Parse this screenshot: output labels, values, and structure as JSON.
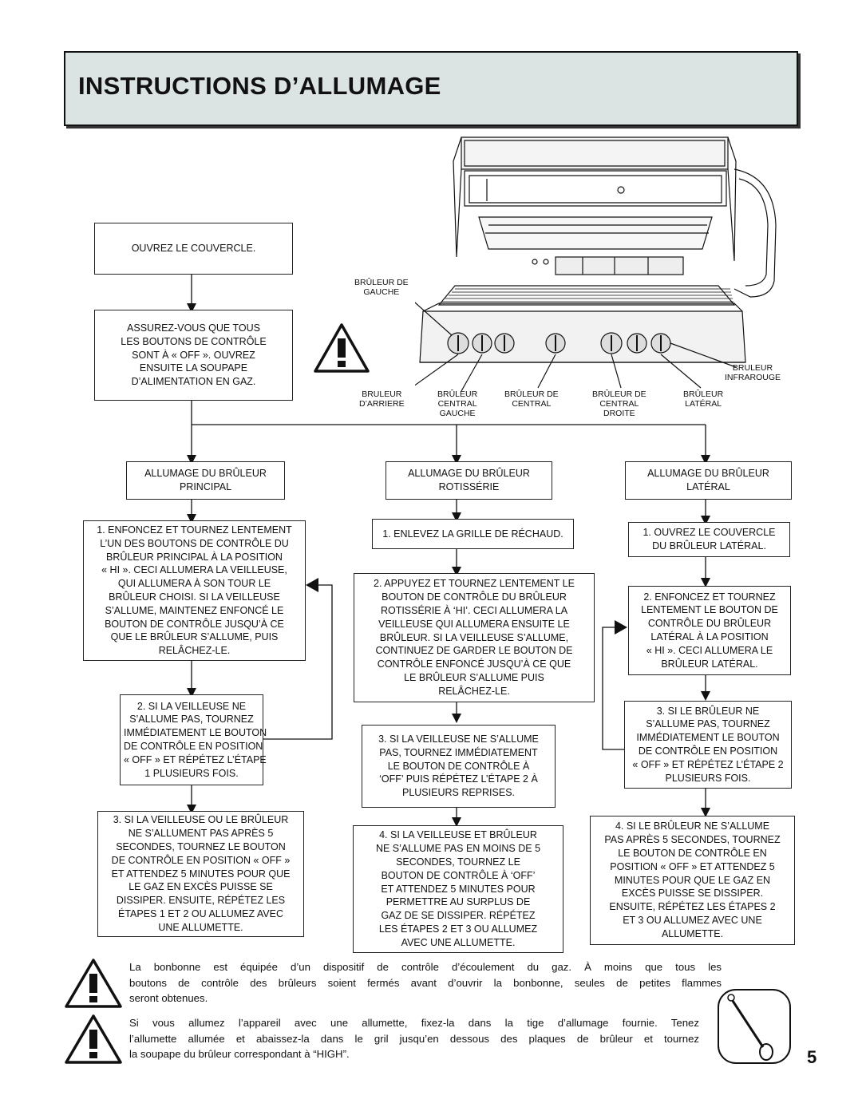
{
  "header": {
    "title": "INSTRUCTIONS D’ALLUMAGE"
  },
  "left": {
    "open_lid": [
      "OUVREZ LE COUVERCLE."
    ],
    "ensure": [
      "ASSUREZ-VOUS QUE TOUS",
      "LES BOUTONS DE CONTRÔLE",
      "SONT À « OFF ». OUVREZ",
      "ENSUITE LA SOUPAPE",
      "D’ALIMENTATION EN GAZ."
    ],
    "ignite": [
      "ALLUMAGE DU BRÛLEUR",
      "PRINCIPAL"
    ],
    "step1": [
      "1. ENFONCEZ ET TOURNEZ LENTEMENT",
      "L’UN DES BOUTONS DE CONTRÔLE DU",
      "BRÛLEUR PRINCIPAL À LA POSITION",
      "« HI ». CECI ALLUMERA LA VEILLEUSE,",
      "QUI ALLUMERA À SON TOUR LE",
      "BRÛLEUR CHOISI. SI LA VEILLEUSE",
      "S’ALLUME, MAINTENEZ ENFONCÉ LE",
      "BOUTON DE CONTRÔLE JUSQU’À CE",
      "QUE LE BRÛLEUR S’ALLUME, PUIS",
      "RELÂCHEZ-LE."
    ],
    "step2": [
      "2. SI LA VEILLEUSE NE",
      "S’ALLUME PAS, TOURNEZ",
      "IMMÉDIATEMENT LE BOUTON",
      "DE CONTRÔLE EN POSITION",
      "« OFF » ET RÉPÉTEZ L’ÉTAPE",
      "1 PLUSIEURS FOIS."
    ],
    "step3": [
      "3. SI LA VEILLEUSE OU LE BRÛLEUR",
      "NE S’ALLUMENT PAS APRÈS 5",
      "SECONDES, TOURNEZ LE BOUTON",
      "DE CONTRÔLE EN POSITION « OFF »",
      "ET ATTENDEZ 5 MINUTES POUR QUE",
      "LE GAZ EN EXCÈS PUISSE SE",
      "DISSIPER. ENSUITE, RÉPÉTEZ LES",
      "ÉTAPES 1 ET 2 OU ALLUMEZ AVEC",
      "UNE ALLUMETTE."
    ]
  },
  "middle": {
    "ignite": [
      "ALLUMAGE DU BRÛLEUR",
      "ROTISSÉRIE"
    ],
    "step1": [
      "1. ENLEVEZ LA GRILLE DE RÉCHAUD."
    ],
    "step2": [
      "2. APPUYEZ ET TOURNEZ LENTEMENT LE",
      "BOUTON DE CONTRÔLE DU BRÛLEUR",
      "ROTISSÉRIE À ‘HI’. CECI ALLUMERA LA",
      "VEILLEUSE QUI ALLUMERA ENSUITE LE",
      "BRÛLEUR. SI LA VEILLEUSE S’ALLUME,",
      "CONTINUEZ DE GARDER LE BOUTON DE",
      "CONTRÔLE ENFONCÉ JUSQU’À CE QUE",
      "LE BRÛLEUR S’ALLUME PUIS",
      "RELÂCHEZ-LE."
    ],
    "step3": [
      "3. SI LA VEILLEUSE NE S’ALLUME",
      "PAS, TOURNEZ IMMÉDIATEMENT",
      "LE BOUTON DE CONTRÔLE À",
      "‘OFF’ PUIS RÉPÉTEZ L’ÉTAPE 2 À",
      "PLUSIEURS REPRISES."
    ],
    "step4": [
      "4. SI LA VEILLEUSE ET BRÛLEUR",
      "NE S’ALLUME PAS EN MOINS DE 5",
      "SECONDES, TOURNEZ LE",
      "BOUTON DE CONTRÔLE À ‘OFF’",
      "ET ATTENDEZ 5 MINUTES POUR",
      "PERMETTRE AU SURPLUS DE",
      "GAZ DE SE DISSIPER. RÉPÉTEZ",
      "LES ÉTAPES 2 ET 3 OU ALLUMEZ",
      "AVEC UNE ALLUMETTE."
    ]
  },
  "right": {
    "ignite": [
      "ALLUMAGE DU BRÛLEUR",
      "LATÉRAL"
    ],
    "step1": [
      "1. OUVREZ LE COUVERCLE",
      "DU BRÛLEUR LATÉRAL."
    ],
    "step2": [
      "2. ENFONCEZ ET TOURNEZ",
      "LENTEMENT LE BOUTON DE",
      "CONTRÔLE DU BRÛLEUR",
      "LATÉRAL À LA POSITION",
      "« HI ». CECI ALLUMERA LE",
      "BRÛLEUR LATÉRAL."
    ],
    "step3": [
      "3. SI LE BRÛLEUR NE",
      "S’ALLUME PAS, TOURNEZ",
      "IMMÉDIATEMENT LE BOUTON",
      "DE CONTRÔLE EN POSITION",
      "« OFF » ET RÉPÉTEZ L’ÉTAPE 2",
      "PLUSIEURS FOIS."
    ],
    "step4": [
      "4. SI LE BRÛLEUR NE S’ALLUME",
      "PAS APRÈS 5 SECONDES, TOURNEZ",
      "LE BOUTON DE CONTRÔLE EN",
      "POSITION « OFF » ET ATTENDEZ 5",
      "MINUTES POUR QUE LE GAZ EN",
      "EXCÈS PUISSE SE DISSIPER.",
      "ENSUITE, RÉPÉTEZ LES ÉTAPES 2",
      "ET 3 OU ALLUMEZ AVEC UNE",
      "ALLUMETTE."
    ]
  },
  "grill_labels": {
    "left_burner": [
      "BRÛLEUR DE",
      "GAUCHE"
    ],
    "infrared": [
      "BRULEUR",
      "INFRAROUGE"
    ],
    "rear": [
      "BRULEUR",
      "D’ARRIERE"
    ],
    "central_left": [
      "BRÛLEUR",
      "CENTRAL",
      "GAUCHE"
    ],
    "central": [
      "BRÛLEUR DE",
      "CENTRAL"
    ],
    "central_right": [
      "BRÛLEUR DE",
      "CENTRAL",
      "DROITE"
    ],
    "lateral": [
      "BRÛLEUR",
      "LATÉRAL"
    ]
  },
  "notes": {
    "note1": [
      "La bonbonne est équipée d’un dispositif de contrôle d’écoulement du gaz. À moins que tous les",
      "boutons de contrôle des brûleurs soient fermés avant d’ouvrir la bonbonne, seules de petites flammes",
      "seront obtenues."
    ],
    "note2": [
      "Si vous allumez l’appareil avec une allumette, fixez-la dans la tige d’allumage fournie. Tenez",
      "l’allumette allumée et abaissez-la dans le gril jusqu’en dessous des plaques de brûleur et tournez",
      "la soupape du brûleur correspondant à “HIGH”."
    ]
  },
  "page_number": "5"
}
